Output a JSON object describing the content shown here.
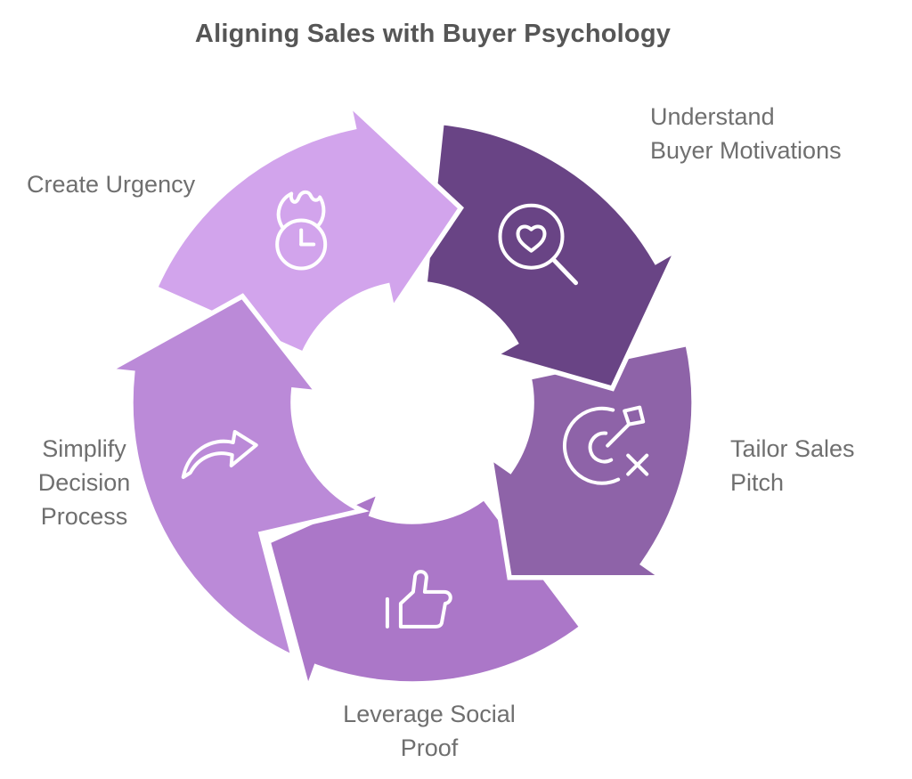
{
  "title": "Aligning Sales with Buyer Psychology",
  "colors": {
    "background": "#ffffff",
    "title_text": "#565656",
    "label_text": "#6f6f6f",
    "separator_stroke": "#ffffff",
    "icon_stroke": "#ffffff"
  },
  "cycle": {
    "type": "cycle-arrows",
    "direction": "clockwise",
    "steps": [
      {
        "id": "understand-buyer-motivations",
        "label": "Understand Buyer Motivations",
        "color": "#694485",
        "icon": "heart-search-icon",
        "mid_angle": 38
      },
      {
        "id": "tailor-sales-pitch",
        "label": "Tailor Sales Pitch",
        "color": "#8e63a8",
        "icon": "target-dart-icon",
        "mid_angle": 103
      },
      {
        "id": "leverage-social-proof",
        "label": "Leverage Social Proof",
        "color": "#ab77c8",
        "icon": "thumbs-up-icon",
        "mid_angle": 178
      },
      {
        "id": "simplify-decision-process",
        "label": "Simplify Decision Process",
        "color": "#bb8ad8",
        "icon": "forward-arrow-icon",
        "mid_angle": 254
      },
      {
        "id": "create-urgency",
        "label": "Create Urgency",
        "color": "#d2a4ec",
        "icon": "flame-clock-icon",
        "mid_angle": 326
      }
    ]
  }
}
